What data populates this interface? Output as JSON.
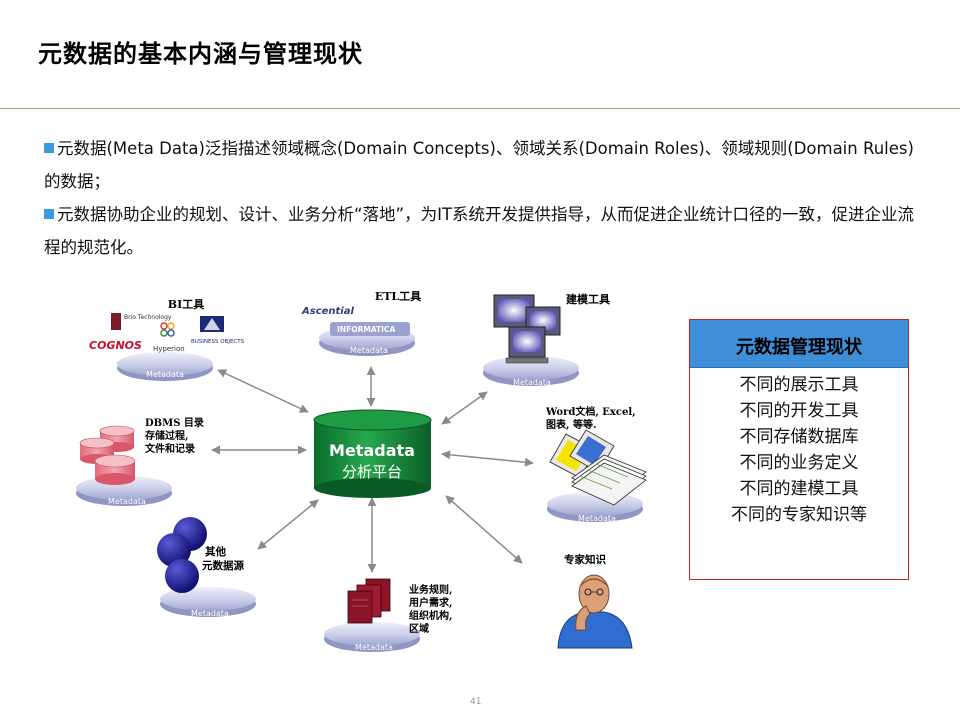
{
  "slide": {
    "title": "元数据的基本内涵与管理现状",
    "bullets": [
      "元数据(Meta Data)泛指描述领域概念(Domain Concepts)、领域关系(Domain Roles)、领域规则(Domain Rules)的数据；",
      "元数据协助企业的规划、设计、业务分析“落地”，为IT系统开发提供指导，从而促进企业统计口径的一致，促进企业流程的规范化。"
    ],
    "page_number": "41"
  },
  "diagram": {
    "center": {
      "title": "Metadata",
      "subtitle": "分析平台"
    },
    "platform_label": "Metadata",
    "nodes": {
      "bi": {
        "label": "BI工具",
        "logos": [
          "Brio Technology",
          "COGNOS",
          "Hyperion",
          "BUSINESS OBJECTS"
        ]
      },
      "etl": {
        "label": "ETL工具",
        "logos": [
          "Ascential",
          "INFORMATICA"
        ]
      },
      "modeling": {
        "label": "建模工具"
      },
      "dbms": {
        "line1": "DBMS 目录",
        "line2": "存储过程,",
        "line3": "文件和记录"
      },
      "docs": {
        "line1": "Word文档, Excel,",
        "line2": "图表, 等等."
      },
      "other": {
        "line1": "其他",
        "line2": "元数据源"
      },
      "business": {
        "line1": "业务规则,",
        "line2": "用户需求,",
        "line3": "组织机构,",
        "line4": "区域"
      },
      "expert": {
        "label": "专家知识"
      }
    }
  },
  "panel": {
    "title": "元数据管理现状",
    "items": [
      "不同的展示工具",
      "不同的开发工具",
      "不同存储数据库",
      "不同的业务定义",
      "不同的建模工具",
      "不同的专家知识等"
    ]
  }
}
